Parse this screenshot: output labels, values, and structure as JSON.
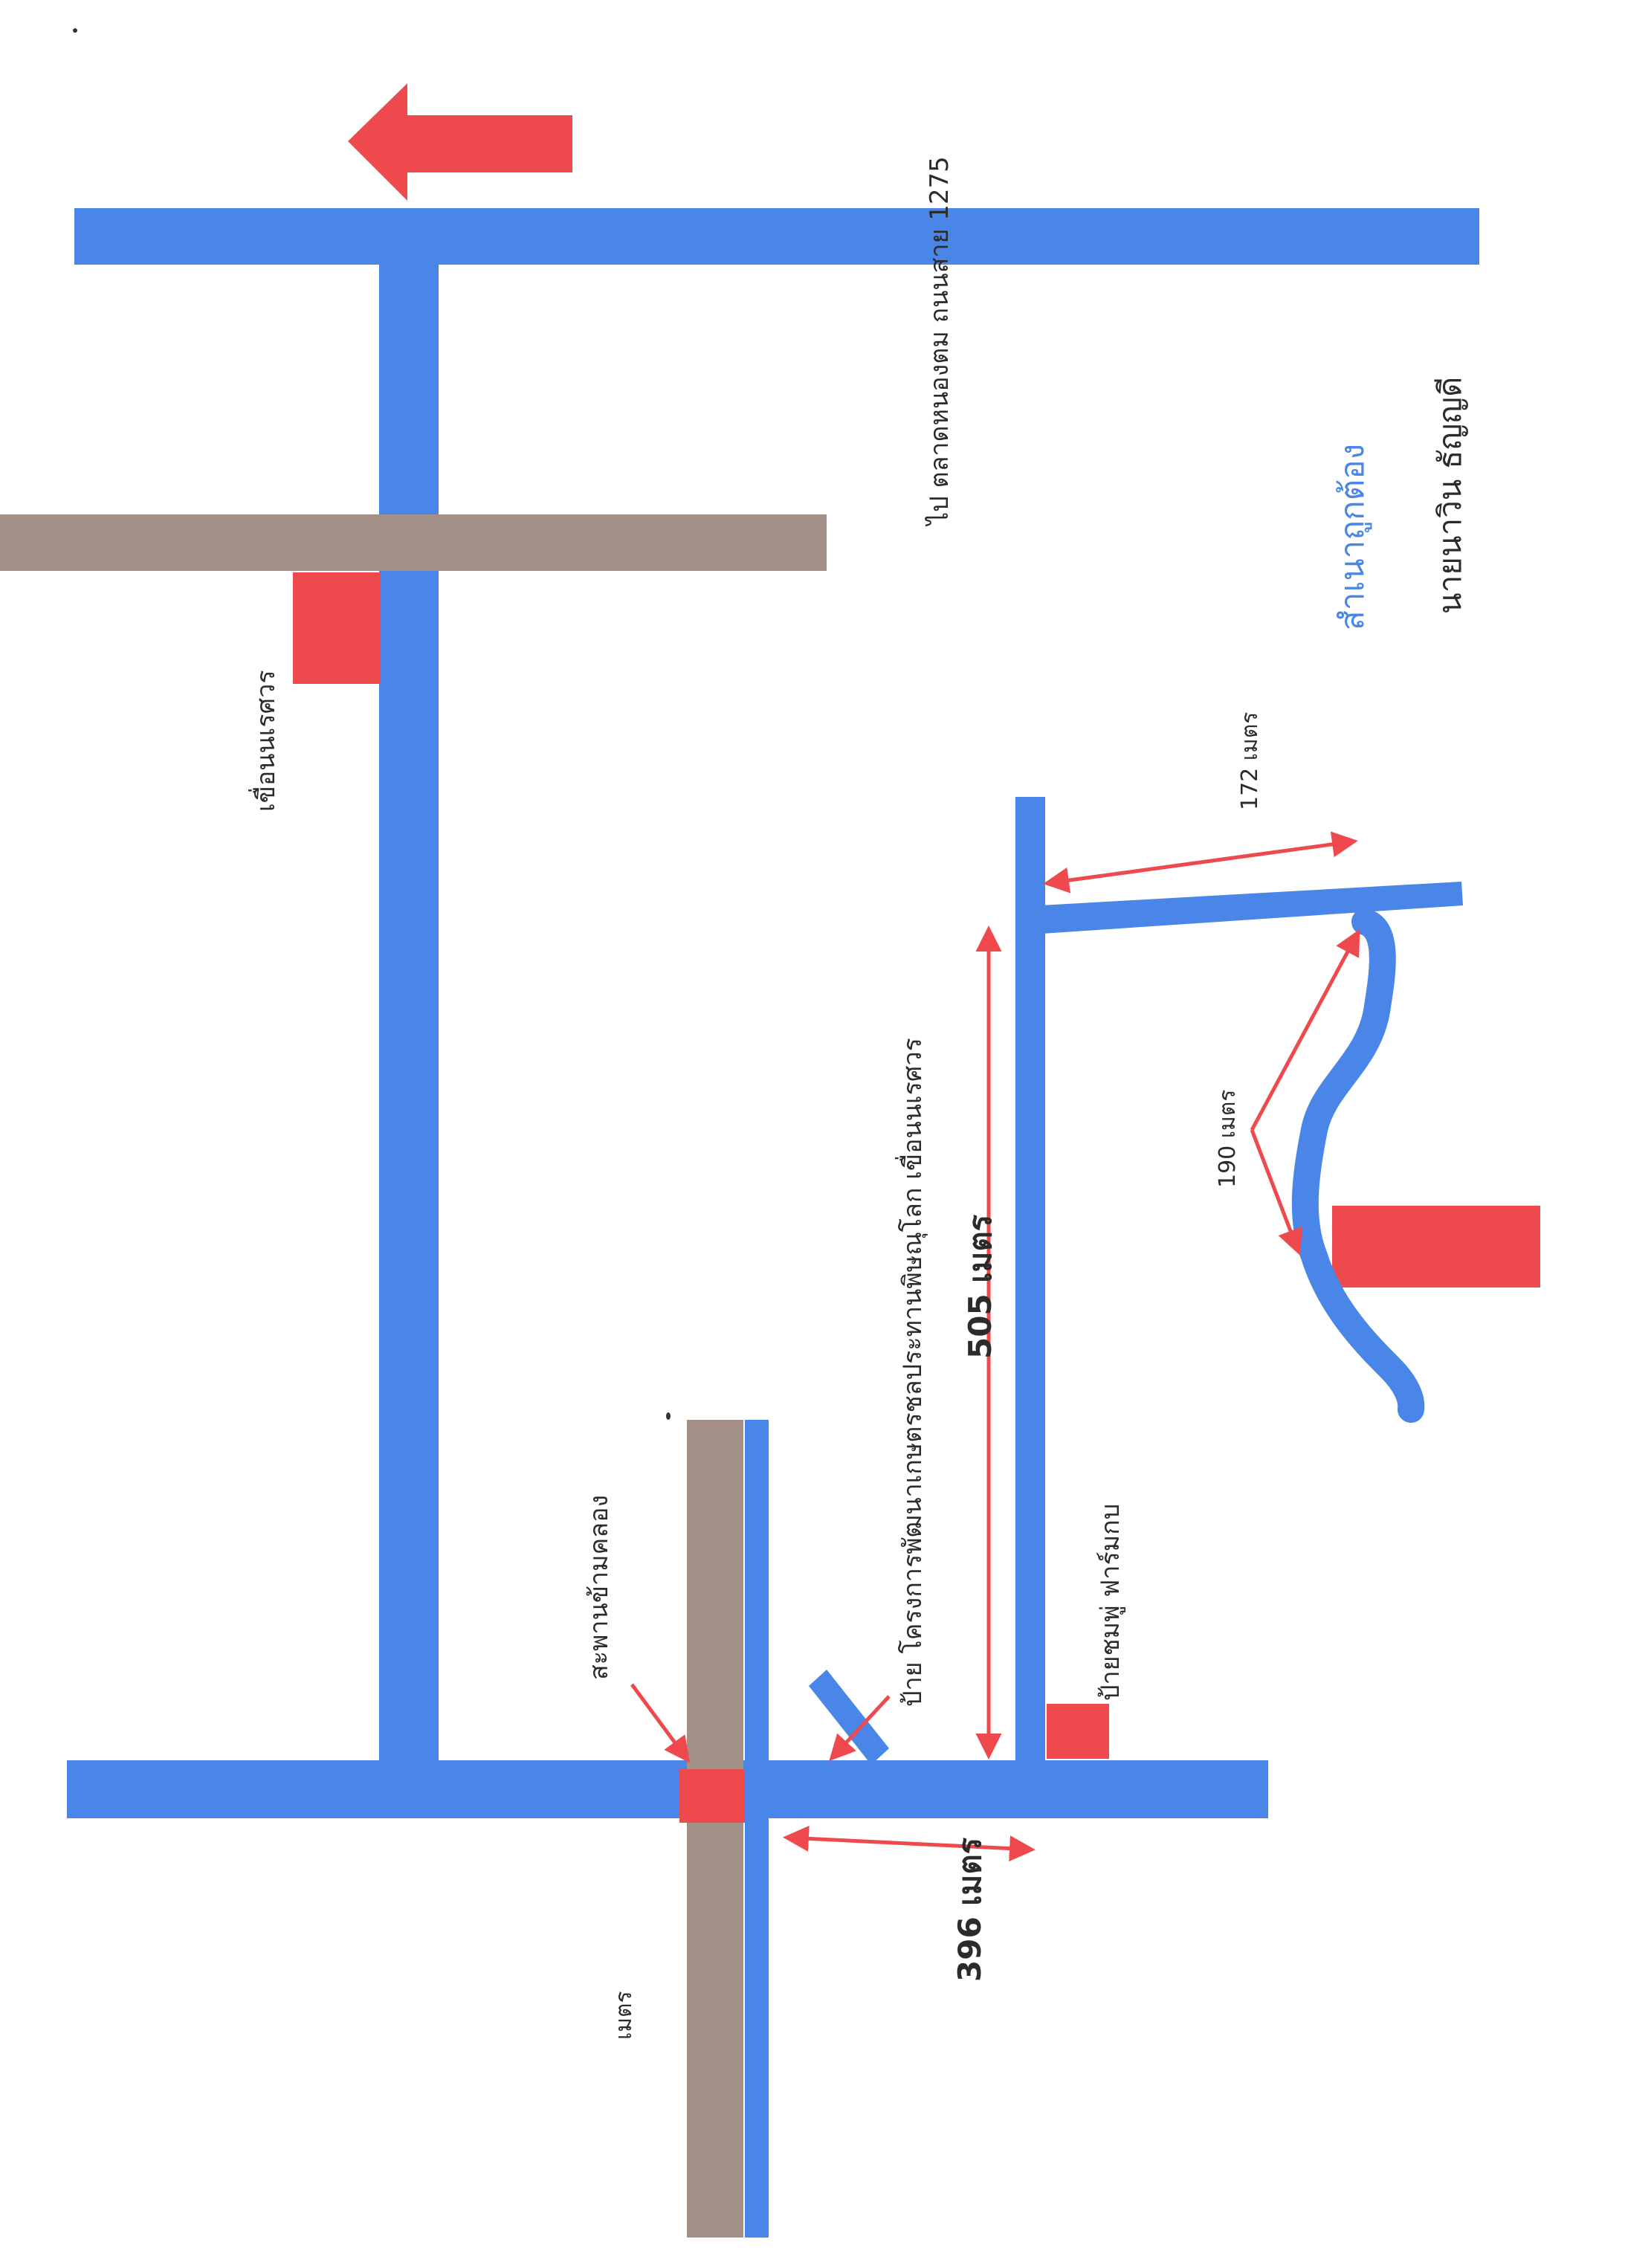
{
  "colors": {
    "road": "#4a86e8",
    "railway": "#a39188",
    "marker": "#ee4a4e",
    "title": "#4a86e8"
  },
  "labels": {
    "to_market": "ไป ตลาดหนองตม  ถนนสาย 1275",
    "farm_name": "สำเนาถูกต้อง",
    "owner": "นายนาวิน  ธัญญดี",
    "dam_label": "เขื่อนนเรศวร",
    "dist_172": "172 เมตร",
    "dist_190": "190 เมตร",
    "dist_505": "505 เมตร",
    "dist_396": "396 เมตร",
    "project_sign": "ป้าย โครงการพัฒนาเกษตรชลประทานพิษณุโลก เขื่อนนเรศวร",
    "pink_sign": "ป้ายชมพู่  ฟาร์มกบ",
    "bridge": "สะพานข้ามคลอง",
    "meter_only": "เมตร"
  },
  "icons": {
    "direction_arrow": "arrow-up-icon"
  }
}
